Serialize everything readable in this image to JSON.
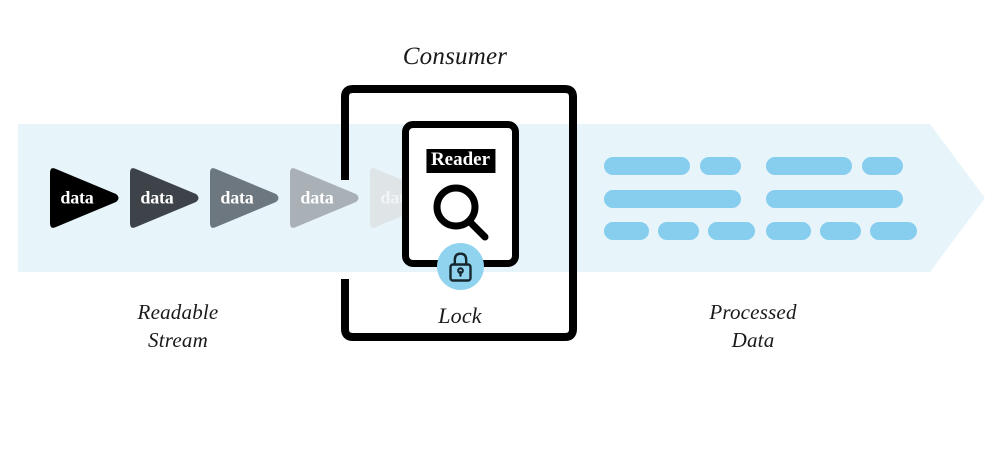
{
  "diagram": {
    "title": "Consumer",
    "type": "streams-reader-lock-diagram"
  },
  "colors": {
    "band_fill": "#e7f5fb",
    "bar_fill": "#86cdee",
    "lock_circle": "#8fd3ef",
    "outline": "#000000",
    "text": "#1a1a1a"
  },
  "labels": {
    "consumer": "Consumer",
    "readable_stream": "Readable\nStream",
    "processed_data": "Processed\nData",
    "lock": "Lock",
    "reader_tag": "Reader"
  },
  "stream": {
    "name": "readable-stream",
    "chips": [
      {
        "label": "data",
        "color": "#000000",
        "opacity": 1
      },
      {
        "label": "data",
        "color": "#3d4349",
        "opacity": 1
      },
      {
        "label": "data",
        "color": "#6d777f",
        "opacity": 1
      },
      {
        "label": "data",
        "color": "#a9b1b7",
        "opacity": 1
      },
      {
        "label": "data",
        "color": "#dfe4e7",
        "opacity": 1
      }
    ]
  },
  "reader": {
    "tag": "Reader",
    "icon": "magnifier-icon",
    "lock_icon": "lock-icon"
  },
  "processed": {
    "name": "processed-data",
    "groups": [
      {
        "rows": [
          [
            {
              "w": 86,
              "h": 17
            },
            {
              "w": 41,
              "h": 17
            }
          ],
          [
            {
              "w": 140,
              "h": 17
            }
          ],
          [
            {
              "w": 45,
              "h": 17
            },
            {
              "w": 41,
              "h": 17
            },
            {
              "w": 46,
              "h": 17
            }
          ]
        ]
      },
      {
        "rows": [
          [
            {
              "w": 86,
              "h": 17
            },
            {
              "w": 41,
              "h": 17
            }
          ],
          [
            {
              "w": 140,
              "h": 17
            }
          ],
          [
            {
              "w": 45,
              "h": 17
            },
            {
              "w": 41,
              "h": 17
            },
            {
              "w": 46,
              "h": 17
            }
          ]
        ]
      }
    ]
  }
}
